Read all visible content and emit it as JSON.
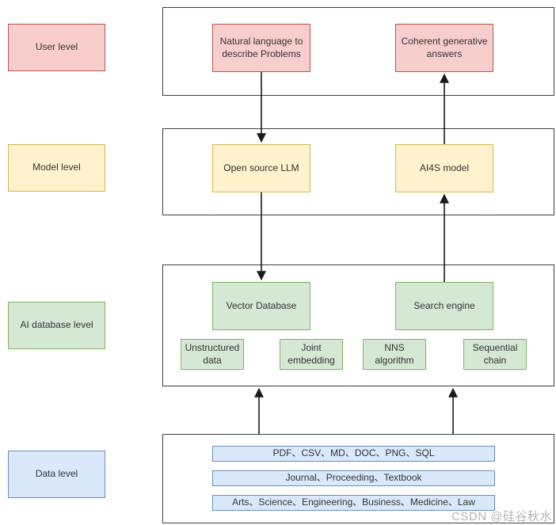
{
  "colors": {
    "user_fill": "#f8cecc",
    "user_stroke": "#b85450",
    "model_fill": "#fff2cc",
    "model_stroke": "#d6b656",
    "db_fill": "#d5e8d4",
    "db_stroke": "#82b366",
    "data_fill": "#dae8fc",
    "data_stroke": "#6c8ebf",
    "container_stroke": "#3f3f3f",
    "arrow": "#1a1a1a",
    "text": "#333333",
    "watermark": "#a6a6a6"
  },
  "levels": [
    {
      "label": "User level",
      "nodes": [
        {
          "label": "Natural language to describe Problems"
        },
        {
          "label": "Coherent generative answers"
        }
      ]
    },
    {
      "label": "Model level",
      "nodes": [
        {
          "label": "Open source LLM"
        },
        {
          "label": "AI4S model"
        }
      ]
    },
    {
      "label": "AI database level",
      "nodes": [
        {
          "label": "Vector Database"
        },
        {
          "label": "Search engine"
        }
      ],
      "subnodes": [
        {
          "label": "Unstructured data"
        },
        {
          "label": "Joint embedding"
        },
        {
          "label": "NNS algorithm"
        },
        {
          "label": "Sequential chain"
        }
      ]
    },
    {
      "label": "Data level",
      "bars": [
        {
          "label": "PDF、CSV、MD、DOC、PNG、SQL"
        },
        {
          "label": "Journal、Proceeding、Textbook"
        },
        {
          "label": "Arts、Science、Engineering、Business、Medicine、Law"
        }
      ]
    }
  ],
  "watermark": "CSDN @硅谷秋水"
}
